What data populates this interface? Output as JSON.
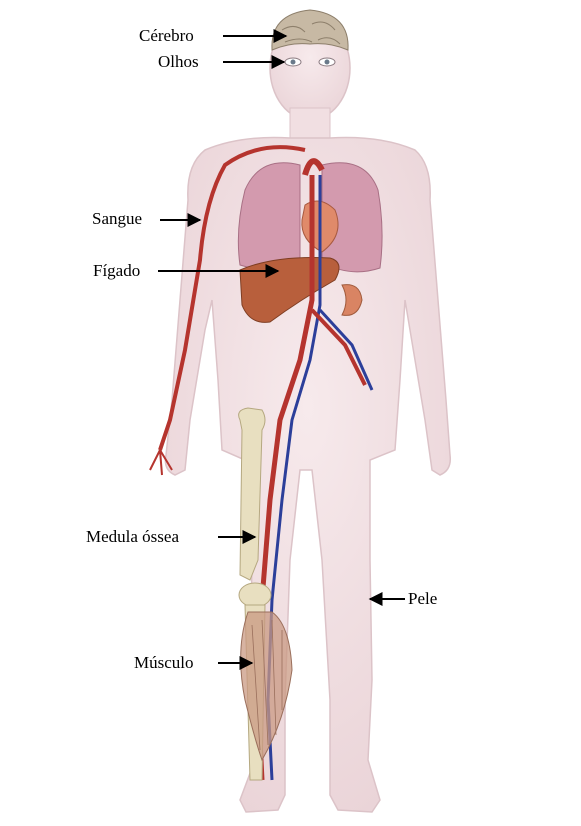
{
  "labels": {
    "brain": "Cérebro",
    "eyes": "Olhos",
    "blood": "Sangue",
    "liver": "Fígado",
    "bone_marrow": "Medula óssea",
    "skin": "Pele",
    "muscle": "Músculo"
  },
  "colors": {
    "skin": "#f3e1e4",
    "skin_outline": "#dcc3c8",
    "lung": "#d39aae",
    "liver": "#b85f3c",
    "artery": "#b5342e",
    "vein": "#2c3f9a",
    "bone": "#e8dfc0",
    "muscle": "#c99a83",
    "brain": "#c7b9a4",
    "heart": "#e08a6a",
    "kidney": "#d98463",
    "arrow": "#000000"
  }
}
